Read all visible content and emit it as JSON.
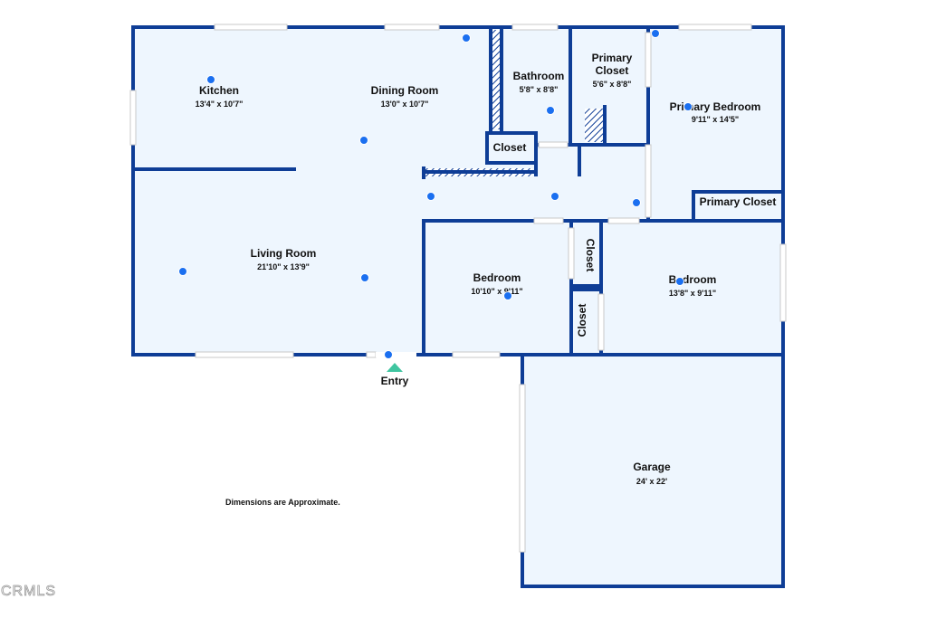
{
  "colors": {
    "wall": "#0e3d96",
    "floor": "#eef6fe",
    "window": "#c8c8c8",
    "marker": "#1a6ff0",
    "entry": "#3fc5a0",
    "hatch": "#0e3d96"
  },
  "rooms": [
    {
      "id": "kitchen",
      "name": "Kitchen",
      "dims": "13'4\" x 10'7\""
    },
    {
      "id": "dining",
      "name": "Dining Room",
      "dims": "13'0\" x 10'7\""
    },
    {
      "id": "bathroom",
      "name": "Bathroom",
      "dims": "5'8\" x 8'8\""
    },
    {
      "id": "primary-closet-top",
      "name": "Primary",
      "name2": "Closet",
      "dims": "5'6\" x 8'8\""
    },
    {
      "id": "primary-bedroom",
      "name": "Primary Bedroom",
      "dims": "9'11\" x 14'5\""
    },
    {
      "id": "hall-closet",
      "name": "Closet"
    },
    {
      "id": "primary-closet",
      "name": "Primary Closet"
    },
    {
      "id": "living",
      "name": "Living Room",
      "dims": "21'10\" x 13'9\""
    },
    {
      "id": "bedroom-1",
      "name": "Bedroom",
      "dims": "10'10\" x 9'11\""
    },
    {
      "id": "bedroom-2",
      "name": "Bedroom",
      "dims": "13'8\" x 9'11\""
    },
    {
      "id": "closet-v1",
      "name": "Closet"
    },
    {
      "id": "closet-v2",
      "name": "Closet"
    },
    {
      "id": "garage",
      "name": "Garage",
      "dims": "24' x 22'"
    }
  ],
  "entry_label": "Entry",
  "note": "Dimensions are Approximate.",
  "watermark": "CRMLS"
}
